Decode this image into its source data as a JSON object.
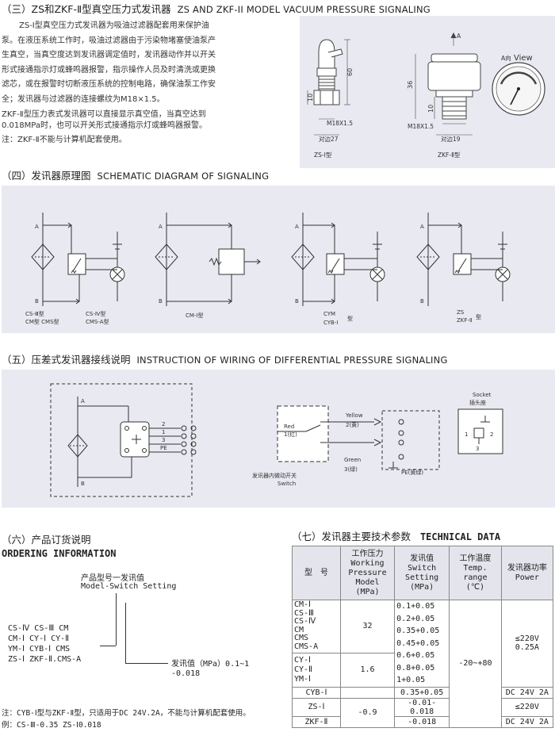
{
  "sec3": {
    "title_cn": "（三）ZS和ZKF-Ⅱ型真空压力式发讯器",
    "title_en": "ZS AND ZKF-II MODEL VACUUM PRESSURE SIGNALING",
    "lines": [
      "ZS-Ⅰ型真空压力式发讯器为吸油过滤器配套用来保护油",
      "泵。在液压系统工作时，吸油过滤器由于污染物堵塞使油泵产",
      "生真空，当真空度达到发讯器调定值时，发讯器动作并以开关",
      "形式接通指示灯或蜂鸣器报警，指示操作人员及时清洗或更换",
      "滤芯，或在报警时切断液压系统的控制电路，确保油泵工作安",
      "全；发讯器与过滤器的连接螺纹为M18×1.5。",
      "ZKF-Ⅱ型压力表式发讯器可以直接显示真空值，当真空达到",
      "0.018MPa时，也可以开关形式接通指示灯或蜂鸣器报警。",
      "注：ZKF-Ⅱ不能与计算机配套使用。"
    ],
    "fig": {
      "dim_60": "60",
      "dim_10a": "10",
      "thread_a": "M18X1.5",
      "hex_a": "对边27",
      "model_a": "ZS-Ⅰ型",
      "dim_36": "36",
      "dim_10b": "10",
      "thread_b": "M18X1.5",
      "hex_b": "对边19",
      "model_b": "ZKF-Ⅱ型",
      "arrow_a": "A",
      "view_a": "A向",
      "view_en": "View"
    }
  },
  "sec4": {
    "title_cn": "（四）发讯器原理图",
    "title_en": "SCHEMATIC DIAGRAM OF SIGNALING",
    "port_a": "A",
    "port_b": "B",
    "d1_l1": "CS-Ⅲ型",
    "d1_l2": "CM型 CMS型",
    "d1_l3": "CS-Ⅳ型",
    "d1_l4": "CMS-A型",
    "d2_l1": "CM-Ⅰ型",
    "d3_l1": "CYM",
    "d3_l2": "CYB-Ⅰ",
    "d3_l3": "型",
    "d4_l1": "ZS",
    "d4_l2": "ZKF-Ⅱ",
    "d4_l3": "型"
  },
  "sec5": {
    "title_cn": "（五）压差式发讯器接线说明",
    "title_en": "INSTRUCTION OF WIRING OF DIFFERENTIAL PRESSURE SIGNALING",
    "pin2": "2",
    "pin1": "1",
    "pin3": "3",
    "pinpe": "PE",
    "port_a": "A",
    "port_b": "B",
    "red": "Red",
    "red_cn": "1(红)",
    "yellow": "Yellow",
    "yellow_cn": "2(黄)",
    "green": "Green",
    "green_cn": "3(绿)",
    "pe_label": "PE(黄绿)",
    "switch_cn": "发讯器内微动开关",
    "switch_en": "Switch",
    "socket": "Socket",
    "socket_cn": "插头座",
    "sock1": "1",
    "sock2": "2",
    "sock3": "3"
  },
  "sec6": {
    "title_cn": "（六）产品订货说明",
    "title_en": "ORDERING INFORMATION",
    "model_cn": "产品型号一发讯值",
    "model_en": "Model-Switch Setting",
    "models": [
      "CS-Ⅳ CS-Ⅲ CM",
      "CM-Ⅰ CY-Ⅰ CY-Ⅱ",
      "YM-Ⅰ CYB-Ⅰ CMS",
      "ZS-Ⅰ ZKF-Ⅱ.CMS-A"
    ],
    "value_label": "发讯值（MPa）0.1~1",
    "value_neg": "-0.018",
    "note1": "注：CYB-Ⅰ型与ZKF-Ⅱ型，只适用于DC 24V.2A，不能与计算机配套使用。",
    "note2": "例：CS-Ⅲ-0.35  ZS-Ⅰ0.018"
  },
  "sec7": {
    "title_cn": "（七）发讯器主要技术参数",
    "title_en": "TECHNICAL DATA",
    "h_model_cn": "型　号",
    "h_wp_cn": "工作压力",
    "h_wp_en1": "Working",
    "h_wp_en2": "Pressure",
    "h_wp_en3": "Model",
    "h_wp_unit": "(MPa)",
    "h_sv_cn": "发讯值",
    "h_sv_en1": "Switch",
    "h_sv_en2": "Setting",
    "h_sv_unit": "(MPa)",
    "h_t_cn": "工作温度",
    "h_t_en1": "Temp.",
    "h_t_en2": "range",
    "h_t_unit": "(℃)",
    "h_p_cn": "发讯器功率",
    "h_p_en": "Power",
    "g1_models": [
      "CM-Ⅰ",
      "CS-Ⅲ",
      "CS-Ⅳ",
      "CM",
      "CMS",
      "CMS-A"
    ],
    "g1_wp": "32",
    "g2_models": [
      "CY-Ⅰ",
      "CY-Ⅱ",
      "YM-Ⅰ"
    ],
    "g2_wp": "1.6",
    "sv_list": [
      "0.1+0.05",
      "0.2+0.05",
      "0.35+0.05",
      "0.45+0.05",
      "0.6+0.05",
      "0.8+0.05",
      "1+0.05"
    ],
    "cyb_model": "CYB-Ⅰ",
    "cyb_sv": "0.35+0.05",
    "zs_model": "ZS-Ⅰ",
    "zs_sv": "-0.01-0.018",
    "zkf_model": "ZKF-Ⅱ",
    "zkf_sv": "-0.018",
    "neg_wp": "-0.9",
    "temp": "-20~+80",
    "power_ac": "≤220V 0.25A",
    "power_dc1": "DC 24V 2A",
    "power_ac2": "≤220V",
    "power_dc2": "DC 24V 2A"
  }
}
